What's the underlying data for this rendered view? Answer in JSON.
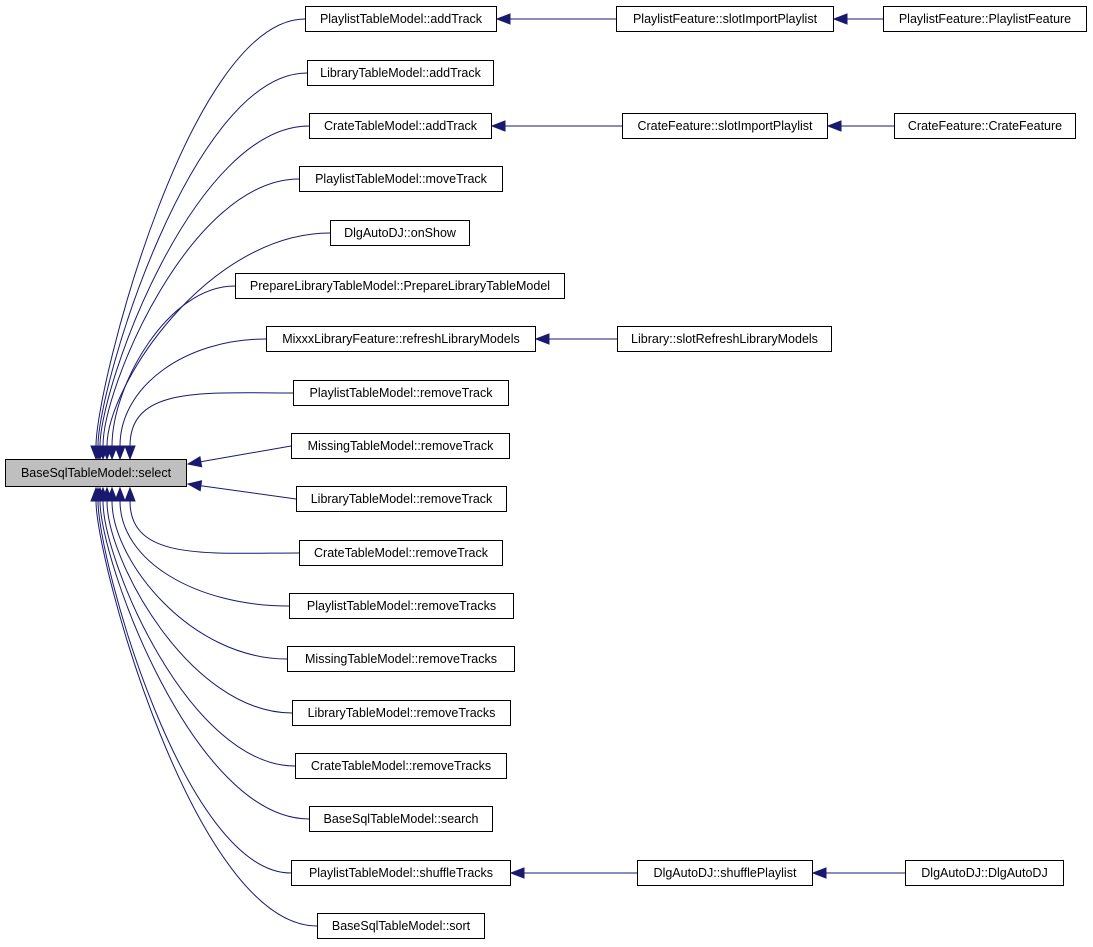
{
  "graph": {
    "colors": {
      "edge": "#191970",
      "node_border": "#000000",
      "node_fill": "#ffffff",
      "root_fill": "#bfbfbf"
    },
    "root": "BaseSqlTableModel::select",
    "nodes": {
      "root": "BaseSqlTableModel::select",
      "n1": "PlaylistTableModel::addTrack",
      "n2": "LibraryTableModel::addTrack",
      "n3": "CrateTableModel::addTrack",
      "n4": "PlaylistTableModel::moveTrack",
      "n5": "DlgAutoDJ::onShow",
      "n6": "PrepareLibraryTableModel::PrepareLibraryTableModel",
      "n7": "MixxxLibraryFeature::refreshLibraryModels",
      "n8": "PlaylistTableModel::removeTrack",
      "n9": "MissingTableModel::removeTrack",
      "n10": "LibraryTableModel::removeTrack",
      "n11": "CrateTableModel::removeTrack",
      "n12": "PlaylistTableModel::removeTracks",
      "n13": "MissingTableModel::removeTracks",
      "n14": "LibraryTableModel::removeTracks",
      "n15": "CrateTableModel::removeTracks",
      "n16": "BaseSqlTableModel::search",
      "n17": "PlaylistTableModel::shuffleTracks",
      "n18": "BaseSqlTableModel::sort",
      "p1": "PlaylistFeature::slotImportPlaylist",
      "p2": "PlaylistFeature::PlaylistFeature",
      "c1": "CrateFeature::slotImportPlaylist",
      "c2": "CrateFeature::CrateFeature",
      "l1": "Library::slotRefreshLibraryModels",
      "d1": "DlgAutoDJ::shufflePlaylist",
      "d2": "DlgAutoDJ::DlgAutoDJ"
    },
    "edges": [
      [
        "n1",
        "root"
      ],
      [
        "n2",
        "root"
      ],
      [
        "n3",
        "root"
      ],
      [
        "n4",
        "root"
      ],
      [
        "n5",
        "root"
      ],
      [
        "n6",
        "root"
      ],
      [
        "n7",
        "root"
      ],
      [
        "n8",
        "root"
      ],
      [
        "n9",
        "root"
      ],
      [
        "n10",
        "root"
      ],
      [
        "n11",
        "root"
      ],
      [
        "n12",
        "root"
      ],
      [
        "n13",
        "root"
      ],
      [
        "n14",
        "root"
      ],
      [
        "n15",
        "root"
      ],
      [
        "n16",
        "root"
      ],
      [
        "n17",
        "root"
      ],
      [
        "n18",
        "root"
      ],
      [
        "p1",
        "n1"
      ],
      [
        "p2",
        "p1"
      ],
      [
        "c1",
        "n3"
      ],
      [
        "c2",
        "c1"
      ],
      [
        "l1",
        "n7"
      ],
      [
        "d1",
        "n17"
      ],
      [
        "d2",
        "d1"
      ]
    ]
  }
}
